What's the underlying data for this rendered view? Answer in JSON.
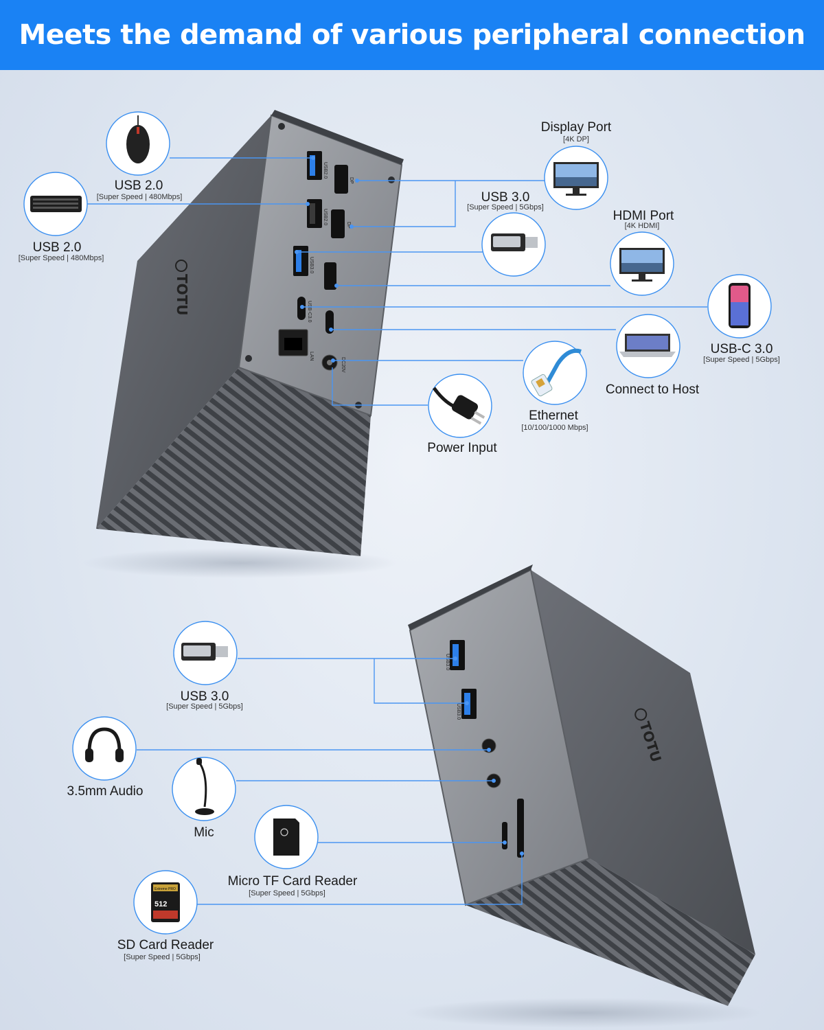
{
  "banner": {
    "title": "Meets the demand of various peripheral connection"
  },
  "brand": {
    "logo_text": "TOTU"
  },
  "top_ports": {
    "mouse": {
      "label": "USB 2.0",
      "sub": "[Super Speed | 480Mbps]"
    },
    "keyboard": {
      "label": "USB 2.0",
      "sub": "[Super Speed | 480Mbps]"
    },
    "display_port": {
      "label": "Display Port",
      "sub": "[4K DP]"
    },
    "usb3_drive": {
      "label": "USB 3.0",
      "sub": "[Super Speed | 5Gbps]"
    },
    "hdmi_port": {
      "label": "HDMI Port",
      "sub": "[4K HDMI]"
    },
    "usbc": {
      "label": "USB-C 3.0",
      "sub": "[Super Speed | 5Gbps]"
    },
    "host": {
      "label": "Connect to Host"
    },
    "ethernet": {
      "label": "Ethernet",
      "sub": "[10/100/1000 Mbps]"
    },
    "power": {
      "label": "Power Input"
    }
  },
  "bottom_ports": {
    "usb3": {
      "label": "USB 3.0",
      "sub": "[Super Speed | 5Gbps]"
    },
    "audio": {
      "label": "3.5mm Audio"
    },
    "mic": {
      "label": "Mic"
    },
    "tf": {
      "label": "Micro TF Card Reader",
      "sub": "[Super Speed | 5Gbps]"
    },
    "sd": {
      "label": "SD Card Reader",
      "sub": "[Super Speed | 5Gbps]"
    }
  },
  "port_markings": {
    "usb20": "USB2.0",
    "usb30": "USB3.0",
    "dp": "DP",
    "usbc30": "USB-C3.0",
    "lan": "LAN",
    "dc": "DC20V",
    "sd_card_brand": "Extreme PRO",
    "sd_card_size": "512"
  },
  "colors": {
    "banner": "#1a82f4",
    "accent": "#3a8ff0",
    "device_body": "#5d6066",
    "device_panel": "#8a8d93"
  }
}
